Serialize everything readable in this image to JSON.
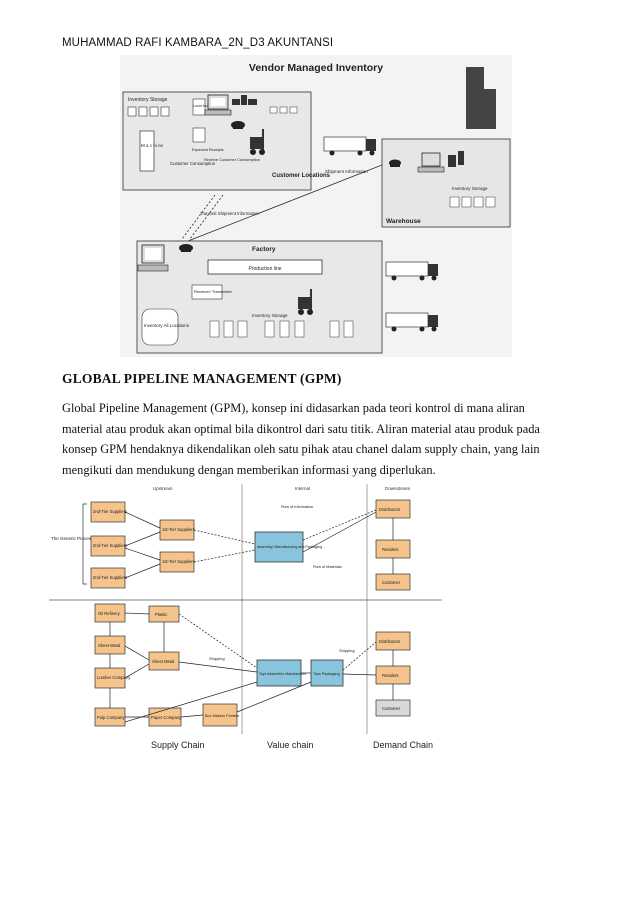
{
  "header": {
    "text": "MUHAMMAD RAFI KAMBARA_2N_D3 AKUNTANSI"
  },
  "vmi_diagram": {
    "title": "Vendor Managed Inventory",
    "labels": {
      "inventory_storage_top": "Inventory Storage",
      "local_inventory": "Local Inventory",
      "expected_receipts": "Expected Receipts",
      "machine": "M a c hi ne",
      "customer_consumption": "Customer Consumption",
      "receive_customer_consumption": "Receive Customer Consumption",
      "customer_locations": "Customer Locations",
      "shipment_information": "Shipment Information",
      "inventory_storage_warehouse": "Inventory Storage",
      "warehouse": "Warehouse",
      "transmit_shipment_information": "Transmit Shipment Information",
      "factory": "Factory",
      "production_line": "Production line",
      "receiver_transmitter": "Receiver/ Transmitter",
      "inventory_storage_factory": "Inventory Storage",
      "inventory_all_locations": "Inventory All Locations"
    }
  },
  "section": {
    "title": "GLOBAL PIPELINE MANAGEMENT (GPM)"
  },
  "paragraph": {
    "line1": "Global Pipeline Management (GPM), konsep ini didasarkan pada teori kontrol di mana aliran",
    "line2": "material atau produk akan optimal bila dikontrol dari satu titik. Aliran material atau produk pada",
    "line3": "konsep GPM hendaknya dikendalikan oleh satu pihak atau chanel dalam supply chain, yang lain",
    "line4": "mengikuti dan mendukung dengan memberikan informasi yang diperlukan."
  },
  "gpm_diagram": {
    "columns": {
      "upstream": "Upstream",
      "internal": "Internal",
      "downstream": "Downstream"
    },
    "generic_process": "The Generic Process",
    "top": {
      "tier2_a": "2nd-Tier Suppliers",
      "tier2_b": "2nd-Tier Suppliers",
      "tier2_c": "2nd-Tier Suppliers",
      "tier1_a": "1st-Tier Suppliers",
      "tier1_b": "1st-Tier Suppliers",
      "assembly": "Assembly/ Manufacturing and Packaging",
      "flow_information": "Flow of Information",
      "flow_materials": "Flow of Materials",
      "distributors": "Distributors",
      "retailers": "Retailers",
      "customer": "Customer"
    },
    "bottom": {
      "oil_refinery": "Oil Refinery",
      "plastic": "Plastic",
      "sheet_metal_a": "Sheet Metal",
      "sheet_metal_b": "Sheet Metal",
      "lumber_company": "Lumber Company",
      "pulp_company": "Pulp Company",
      "paper_company": "Paper Company",
      "box_makers": "Box Makers Printers",
      "toys_assembly": "Toys Assembler Manufacturer",
      "toys_packaging": "Toys Packaging",
      "shipping_a": "Shipping",
      "shipping_b": "Shipping",
      "distributors": "Distributors",
      "retailers": "Retailers",
      "customer": "Customer"
    },
    "footer": {
      "supply_chain": "Supply Chain",
      "value_chain": "Value chain",
      "demand_chain": "Demand Chain"
    }
  }
}
